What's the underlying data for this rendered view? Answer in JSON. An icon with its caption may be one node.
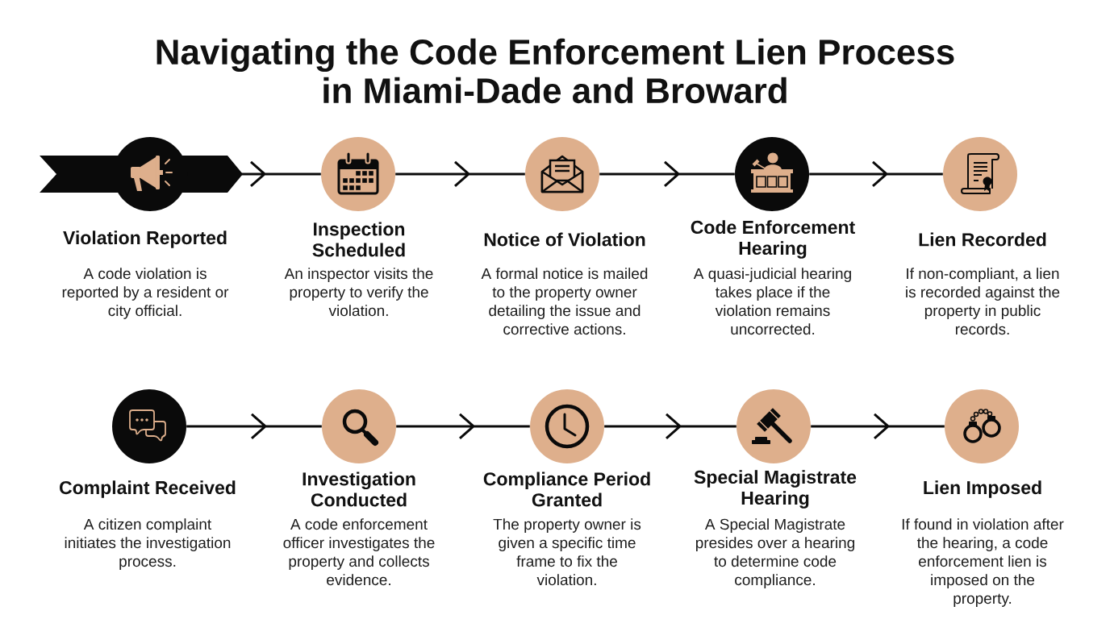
{
  "diagram": {
    "title": "Navigating the Code Enforcement Lien Process in Miami-Dade and Broward",
    "nodes": [
      {
        "text": [
          "Violation Reported",
          "A code violation is reported by a resident or city official."
        ]
      },
      {
        "text": [
          "Inspection Scheduled",
          "An inspector visits the property to verify the violation."
        ]
      },
      {
        "text": [
          "Notice of Violation",
          "A formal notice is mailed to the property owner detailing the issue and corrective actions."
        ]
      },
      {
        "text": [
          "Code Enforcement Hearing",
          "A quasi-judicial hearing takes place if the violation remains uncorrected."
        ]
      },
      {
        "text": [
          "Lien Recorded",
          "If non-compliant, a lien is recorded against the property in public records."
        ]
      },
      {
        "text": [
          "Complaint Received",
          "A citizen complaint initiates the investigation process."
        ]
      },
      {
        "text": [
          "Investigation Conducted",
          "A code enforcement officer investigates the property and collects evidence."
        ]
      },
      {
        "text": [
          "Compliance Period Granted",
          "The property owner is given a specific time frame to fix the violation."
        ]
      },
      {
        "text": [
          "Special Magistrate Hearing",
          "A Special Magistrate presides over a hearing to determine code compliance."
        ]
      },
      {
        "text": [
          "Lien Imposed",
          "If found in violation after the hearing, a code enforcement lien is imposed on the property."
        ]
      }
    ],
    "edges": [
      {
        "from": 0,
        "to": 1,
        "arrow": "to"
      },
      {
        "from": 1,
        "to": 2,
        "arrow": "to"
      },
      {
        "from": 2,
        "to": 3,
        "arrow": "to"
      },
      {
        "from": 3,
        "to": 4,
        "arrow": "to"
      },
      {
        "from": 5,
        "to": 6,
        "arrow": "to"
      },
      {
        "from": 6,
        "to": 7,
        "arrow": "to"
      },
      {
        "from": 7,
        "to": 8,
        "arrow": "to"
      },
      {
        "from": 8,
        "to": 9,
        "arrow": "to"
      }
    ]
  }
}
